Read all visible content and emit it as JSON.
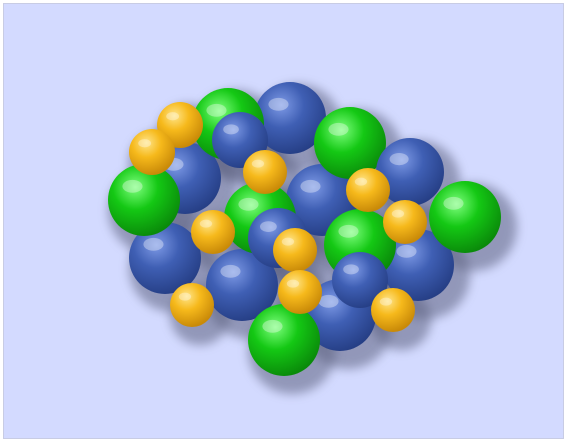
{
  "colors": {
    "background": "#d3daff",
    "blue": "#3a5bb0",
    "green": "#12c212",
    "yellow": "#f5b818"
  },
  "spheres": [
    {
      "kind": "blue"
    },
    {
      "kind": "blue"
    },
    {
      "kind": "blue"
    },
    {
      "kind": "blue"
    },
    {
      "kind": "blue"
    },
    {
      "kind": "blue"
    },
    {
      "kind": "blue"
    },
    {
      "kind": "blue"
    },
    {
      "kind": "blue"
    },
    {
      "kind": "blue"
    },
    {
      "kind": "blue"
    },
    {
      "kind": "green"
    },
    {
      "kind": "green"
    },
    {
      "kind": "green"
    },
    {
      "kind": "green"
    },
    {
      "kind": "green"
    },
    {
      "kind": "green"
    },
    {
      "kind": "green"
    },
    {
      "kind": "yellow"
    },
    {
      "kind": "yellow"
    },
    {
      "kind": "yellow"
    },
    {
      "kind": "yellow"
    },
    {
      "kind": "yellow"
    },
    {
      "kind": "yellow"
    },
    {
      "kind": "yellow"
    },
    {
      "kind": "yellow"
    },
    {
      "kind": "yellow"
    },
    {
      "kind": "yellow"
    },
    {
      "kind": "yellow"
    }
  ]
}
